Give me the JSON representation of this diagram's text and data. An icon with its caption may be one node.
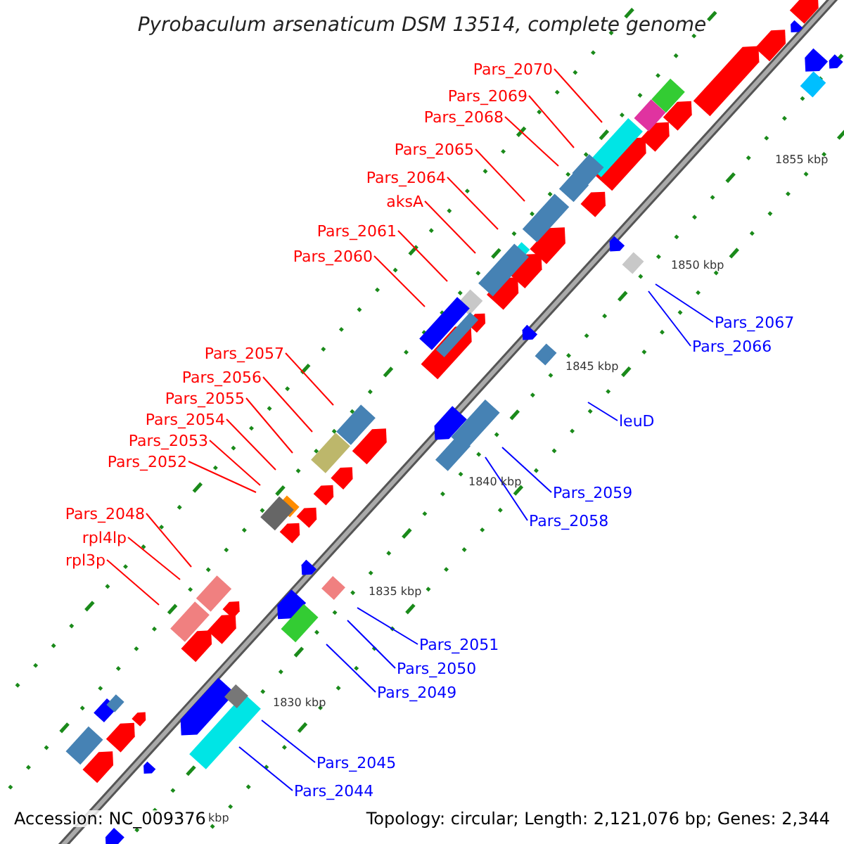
{
  "diagram": {
    "title": "Pyrobaculum arsenaticum DSM 13514, complete genome",
    "nodes": [
      {
        "text": [
          "Pars_2070"
        ]
      },
      {
        "text": [
          "Pars_2069"
        ]
      },
      {
        "text": [
          "Pars_2068"
        ]
      },
      {
        "text": [
          "Pars_2065"
        ]
      },
      {
        "text": [
          "Pars_2064"
        ]
      },
      {
        "text": [
          "aksA"
        ]
      },
      {
        "text": [
          "Pars_2061"
        ]
      },
      {
        "text": [
          "Pars_2060"
        ]
      },
      {
        "text": [
          "Pars_2067"
        ]
      },
      {
        "text": [
          "Pars_2066"
        ]
      },
      {
        "text": [
          "leuD"
        ]
      },
      {
        "text": [
          "Pars_2057"
        ]
      },
      {
        "text": [
          "Pars_2056"
        ]
      },
      {
        "text": [
          "Pars_2055"
        ]
      },
      {
        "text": [
          "Pars_2054"
        ]
      },
      {
        "text": [
          "Pars_2053"
        ]
      },
      {
        "text": [
          "Pars_2052"
        ]
      },
      {
        "text": [
          "Pars_2059"
        ]
      },
      {
        "text": [
          "Pars_2058"
        ]
      },
      {
        "text": [
          "Pars_2048"
        ]
      },
      {
        "text": [
          "rpl4lp"
        ]
      },
      {
        "text": [
          "rpl3p"
        ]
      },
      {
        "text": [
          "Pars_2051"
        ]
      },
      {
        "text": [
          "Pars_2050"
        ]
      },
      {
        "text": [
          "Pars_2049"
        ]
      },
      {
        "text": [
          "Pars_2045"
        ]
      },
      {
        "text": [
          "Pars_2044"
        ]
      }
    ],
    "edges": [
      {
        "from": 0,
        "to": null,
        "arrow": "none"
      },
      {
        "from": 1,
        "to": null,
        "arrow": "none"
      },
      {
        "from": 2,
        "to": null,
        "arrow": "none"
      },
      {
        "from": 3,
        "to": null,
        "arrow": "none"
      },
      {
        "from": 4,
        "to": null,
        "arrow": "none"
      },
      {
        "from": 5,
        "to": null,
        "arrow": "none"
      },
      {
        "from": 6,
        "to": null,
        "arrow": "none"
      },
      {
        "from": 7,
        "to": null,
        "arrow": "none"
      },
      {
        "from": 8,
        "to": null,
        "arrow": "none",
        "color": "#0000ff"
      },
      {
        "from": 9,
        "to": null,
        "arrow": "none",
        "color": "#0000ff"
      },
      {
        "from": 10,
        "to": null,
        "arrow": "none",
        "color": "#0000ff"
      },
      {
        "from": 11,
        "to": null,
        "arrow": "none"
      },
      {
        "from": 12,
        "to": null,
        "arrow": "none"
      },
      {
        "from": 13,
        "to": null,
        "arrow": "none"
      },
      {
        "from": 14,
        "to": null,
        "arrow": "none"
      },
      {
        "from": 15,
        "to": null,
        "arrow": "none"
      },
      {
        "from": 16,
        "to": null,
        "arrow": "none"
      },
      {
        "from": 17,
        "to": null,
        "arrow": "none",
        "color": "#0000ff"
      },
      {
        "from": 18,
        "to": null,
        "arrow": "none",
        "color": "#0000ff"
      },
      {
        "from": 19,
        "to": null,
        "arrow": "none"
      },
      {
        "from": 20,
        "to": null,
        "arrow": "none"
      },
      {
        "from": 21,
        "to": null,
        "arrow": "none"
      },
      {
        "from": 22,
        "to": null,
        "arrow": "none",
        "color": "#0000ff"
      },
      {
        "from": 23,
        "to": null,
        "arrow": "none",
        "color": "#0000ff"
      },
      {
        "from": 24,
        "to": null,
        "arrow": "none",
        "color": "#0000ff"
      },
      {
        "from": 25,
        "to": null,
        "arrow": "none",
        "color": "#0000ff"
      },
      {
        "from": 26,
        "to": null,
        "arrow": "none",
        "color": "#0000ff"
      }
    ],
    "labels": [
      "1855 kbp",
      "1850 kbp",
      "1845 kbp",
      "1840 kbp",
      "1835 kbp",
      "1830 kbp",
      "kbp",
      "Accession: NC_009376",
      "Topology: circular; Length: 2,121,076 bp; Genes: 2,344"
    ]
  }
}
